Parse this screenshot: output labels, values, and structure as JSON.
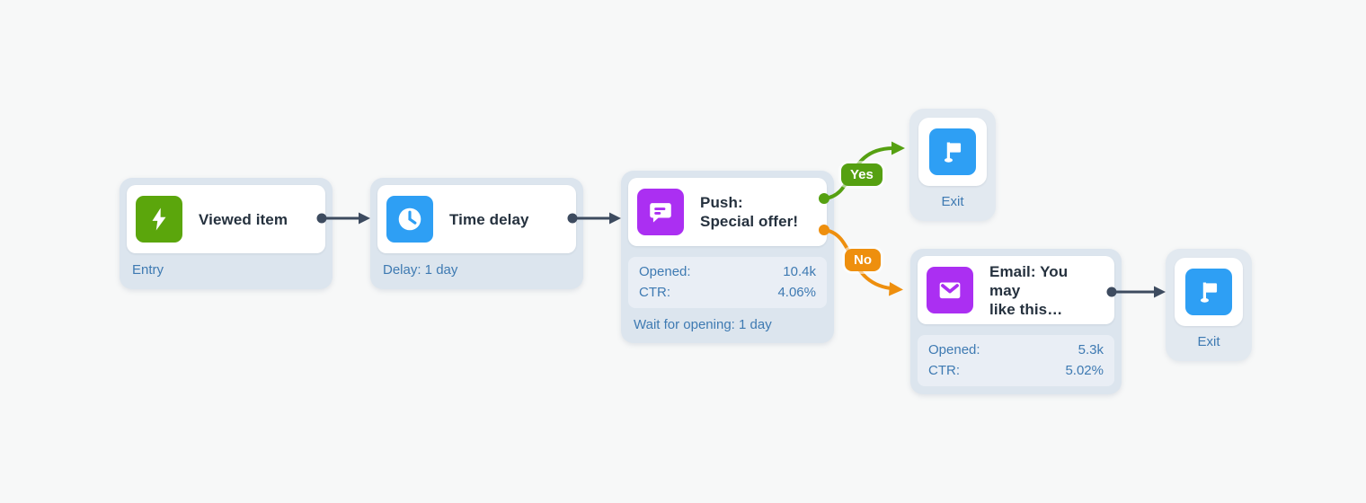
{
  "canvas": {
    "background": "#f7f8f8"
  },
  "colors": {
    "node_outer": "#dce5ee",
    "node_inner": "#ffffff",
    "stats_panel": "#e9eef5",
    "title_text": "#25313e",
    "label_text": "#3e7ab2",
    "arrow": "#3d4b5f",
    "green_accent": "#55a011",
    "green_icon": "#5ba60c",
    "orange_accent": "#ee8f0e",
    "blue_icon": "#2e9ff4",
    "purple_icon": "#ab2ff2"
  },
  "nodes": {
    "viewed_item": {
      "title": "Viewed item",
      "subtitle": "Entry",
      "icon": "lightning-icon"
    },
    "time_delay": {
      "title": "Time delay",
      "subtitle": "Delay: 1 day",
      "icon": "clock-icon"
    },
    "push": {
      "title_line1": "Push:",
      "title_line2": "Special offer!",
      "icon": "chat-bubble-icon",
      "stats": [
        {
          "label": "Opened:",
          "value": "10.4k"
        },
        {
          "label": "CTR:",
          "value": "4.06%"
        }
      ],
      "footer": "Wait for opening: 1 day"
    },
    "exit_top": {
      "label": "Exit",
      "icon": "flag-icon"
    },
    "email": {
      "title_line1": "Email: You may",
      "title_line2": "like this…",
      "icon": "envelope-icon",
      "stats": [
        {
          "label": "Opened:",
          "value": "5.3k"
        },
        {
          "label": "CTR:",
          "value": "5.02%"
        }
      ]
    },
    "exit_bottom": {
      "label": "Exit",
      "icon": "flag-icon"
    }
  },
  "branches": {
    "yes_label": "Yes",
    "no_label": "No"
  }
}
